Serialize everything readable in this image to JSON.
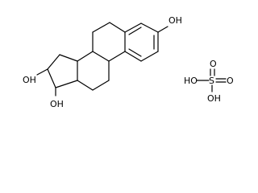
{
  "molecule": {
    "labels": {
      "phenol_oh": "OH",
      "c16_oh": "OH",
      "c17_oh": "OH"
    }
  },
  "sulfuric_acid": {
    "left_oh": "HO",
    "sulfur": "S",
    "top_oxygen": "O",
    "right_oxygen": "O",
    "bottom_oh": "OH"
  },
  "colors": {
    "bond": "#000000",
    "text": "#000000",
    "background": "#ffffff"
  }
}
